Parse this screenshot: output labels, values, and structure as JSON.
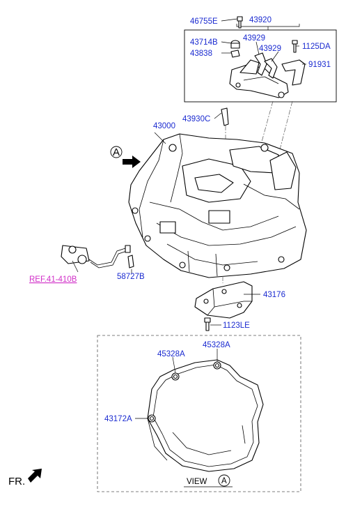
{
  "labels": {
    "p46755E": "46755E",
    "p43920": "43920",
    "p43714B": "43714B",
    "p43929a": "43929",
    "p1125DA": "1125DA",
    "p43929b": "43929",
    "p43838": "43838",
    "p91931": "91931",
    "p43930C": "43930C",
    "p43000": "43000",
    "ref": "REF.41-410B",
    "p58727B": "58727B",
    "p43176": "43176",
    "p1123LE": "1123LE",
    "p45328A_left": "45328A",
    "p45328A_right": "45328A",
    "p43172A": "43172A"
  },
  "view_marker": "A",
  "view_caption": "VIEW",
  "front_label": "FR.",
  "colors": {
    "part_number": "#1a2ad0",
    "reference": "#d12fc8",
    "outline": "#000000"
  }
}
